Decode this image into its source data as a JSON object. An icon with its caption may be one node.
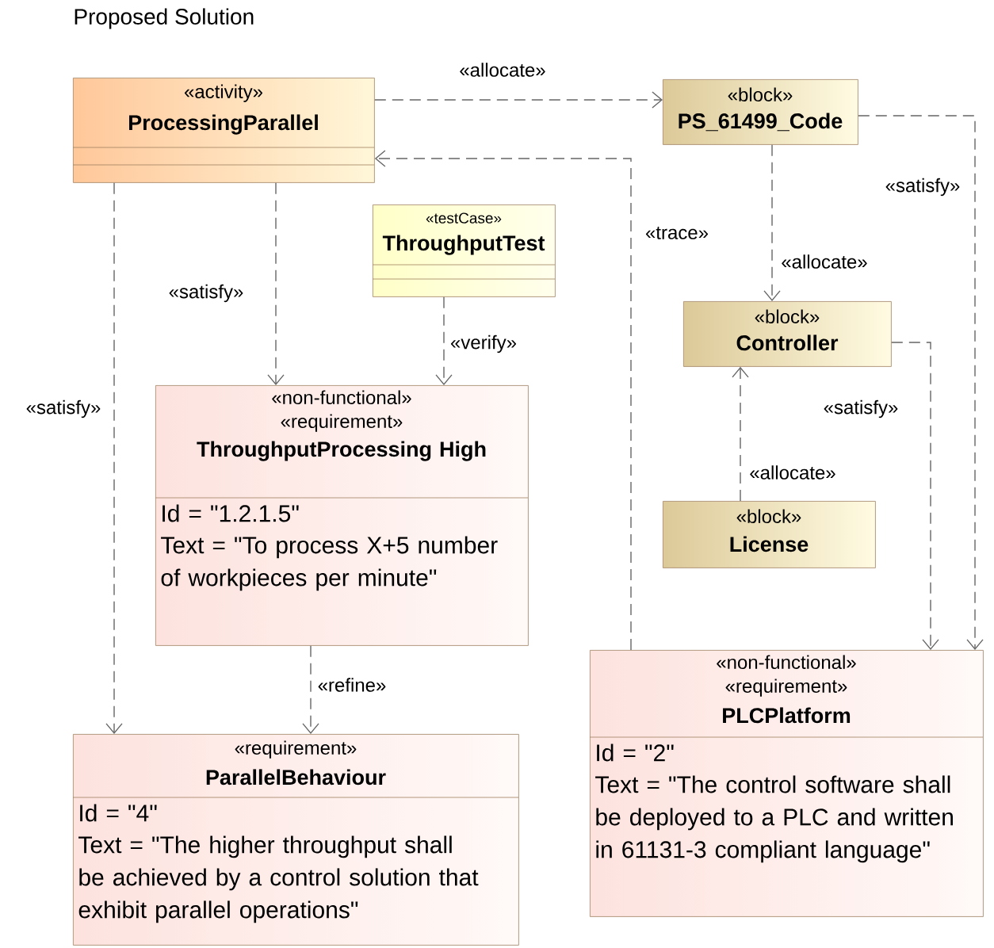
{
  "diagram": {
    "title": "Proposed Solution",
    "nodes": [
      {
        "text": [
          "«activity»",
          "ProcessingParallel"
        ]
      },
      {
        "text": [
          "«block»",
          "PS_61499_Code"
        ]
      },
      {
        "text": [
          "«testCase»",
          "ThroughputTest"
        ]
      },
      {
        "text": [
          "«block»",
          "Controller"
        ]
      },
      {
        "text": [
          "«block»",
          "License"
        ]
      },
      {
        "text": [
          "«non-functional»",
          "«requirement»",
          "ThroughputProcessing High",
          "Id = \"1.2.1.5\"",
          "Text = \"To process X+5 number of workpieces per minute\""
        ]
      },
      {
        "text": [
          "«non-functional»",
          "«requirement»",
          "PLCPlatform",
          "Id = \"2\"",
          "Text = \"The control software shall be deployed to a PLC and written in 61131-3 compliant language\""
        ]
      },
      {
        "text": [
          "«requirement»",
          "ParallelBehaviour",
          "Id = \"4\"",
          "Text = \"The higher throughput shall be achieved by a control solution that exhibit parallel operations\""
        ]
      }
    ],
    "edges": [
      {
        "from": 0,
        "to": 1,
        "arrow": "to",
        "label": "«allocate»",
        "style": "dashed"
      },
      {
        "from": 1,
        "to": 6,
        "arrow": "to",
        "label": "«satisfy»",
        "style": "dashed"
      },
      {
        "from": 6,
        "to": 0,
        "arrow": "to",
        "label": "«trace»",
        "style": "dashed"
      },
      {
        "from": 1,
        "to": 3,
        "arrow": "to",
        "label": "«allocate»",
        "style": "dashed"
      },
      {
        "from": 3,
        "to": 6,
        "arrow": "to",
        "label": "«satisfy»",
        "style": "dashed"
      },
      {
        "from": 4,
        "to": 3,
        "arrow": "to",
        "label": "«allocate»",
        "style": "dashed"
      },
      {
        "from": 0,
        "to": 5,
        "arrow": "to",
        "label": "«satisfy»",
        "style": "dashed"
      },
      {
        "from": 2,
        "to": 5,
        "arrow": "to",
        "label": "«verify»",
        "style": "dashed"
      },
      {
        "from": 0,
        "to": 7,
        "arrow": "to",
        "label": "«satisfy»",
        "style": "dashed"
      },
      {
        "from": 5,
        "to": 7,
        "arrow": "to",
        "label": "«refine»",
        "style": "dashed"
      }
    ]
  }
}
